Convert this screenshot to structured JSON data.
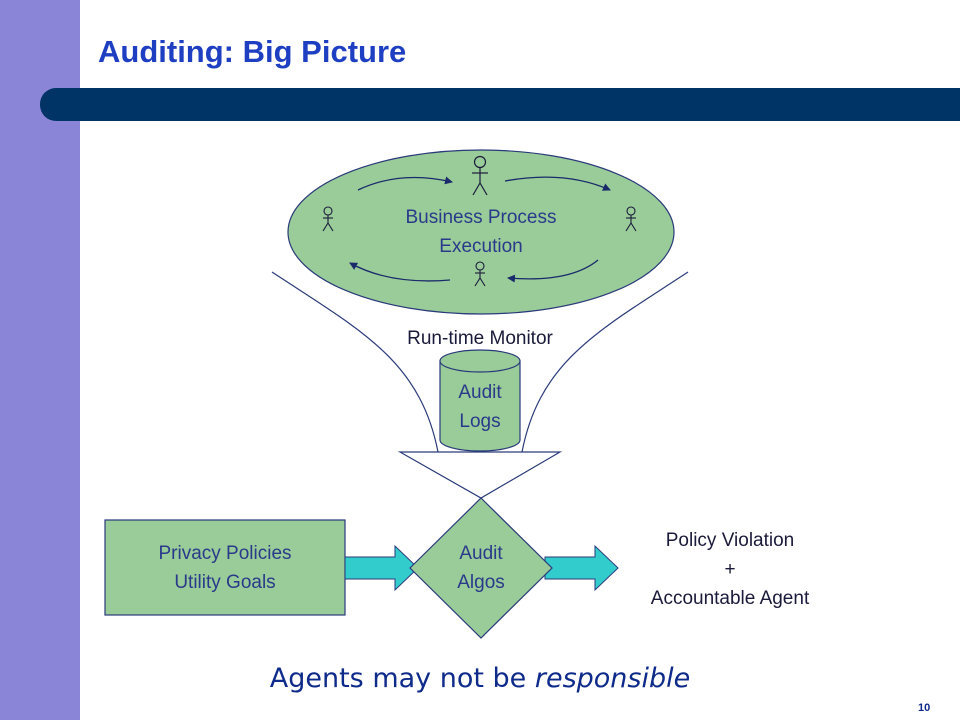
{
  "slide": {
    "title": "Auditing: Big Picture",
    "page_number": "10"
  },
  "diagram": {
    "process_line1": "Business Process",
    "process_line2": "Execution",
    "monitor_label": "Run-time Monitor",
    "logs_line1": "Audit",
    "logs_line2": "Logs",
    "inputs_line1": "Privacy Policies",
    "inputs_line2": "Utility Goals",
    "algos_line1": "Audit",
    "algos_line2": "Algos",
    "output_line1": "Policy Violation",
    "output_line2": "+",
    "output_line3": "Accountable Agent"
  },
  "footnote": {
    "prefix": "Agents may not be ",
    "emphasis": "responsible"
  },
  "colors": {
    "sidebar": "#8b85d8",
    "title": "#1f3fc2",
    "title_bar": "#003366",
    "shape_fill": "#99cc99",
    "arrow_fill": "#33cccc"
  }
}
